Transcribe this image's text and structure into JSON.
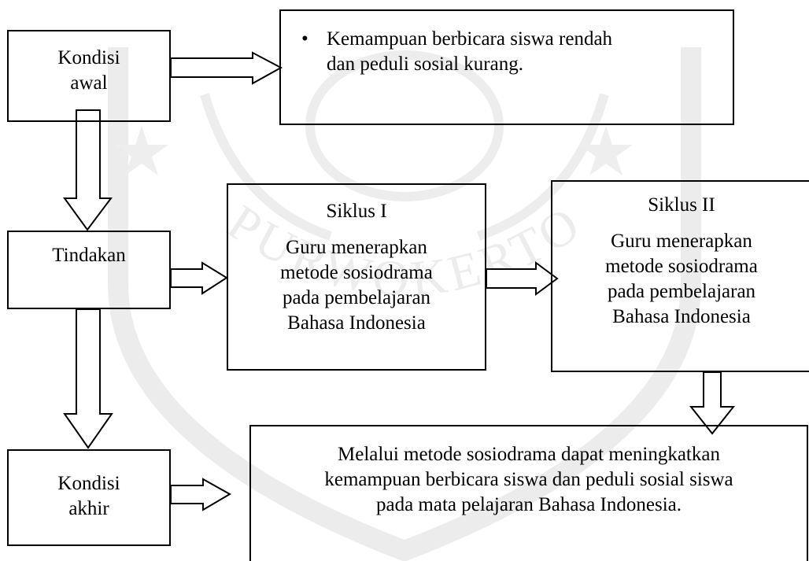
{
  "diagram": {
    "kondisi_awal": {
      "lines": [
        "Kondisi",
        "awal"
      ]
    },
    "kondisi_awal_desc": {
      "bullet": "•",
      "lines": [
        "Kemampuan berbicara siswa rendah",
        "dan peduli sosial kurang."
      ]
    },
    "tindakan": {
      "label": "Tindakan"
    },
    "siklus1": {
      "title": "Siklus I",
      "lines": [
        "Guru menerapkan",
        "metode sosiodrama",
        "pada pembelajaran",
        "Bahasa Indonesia"
      ]
    },
    "siklus2": {
      "title": "Siklus II",
      "lines": [
        "Guru menerapkan",
        "metode sosiodrama",
        "pada pembelajaran",
        "Bahasa Indonesia"
      ]
    },
    "kondisi_akhir": {
      "lines": [
        "Kondisi",
        "akhir"
      ]
    },
    "kondisi_akhir_desc": {
      "lines": [
        "Melalui metode sosiodrama dapat meningkatkan",
        "kemampuan berbicara siswa dan peduli sosial siswa",
        "pada mata pelajaran Bahasa Indonesia."
      ]
    },
    "watermark": {
      "text": "PURWOKERTO"
    }
  }
}
